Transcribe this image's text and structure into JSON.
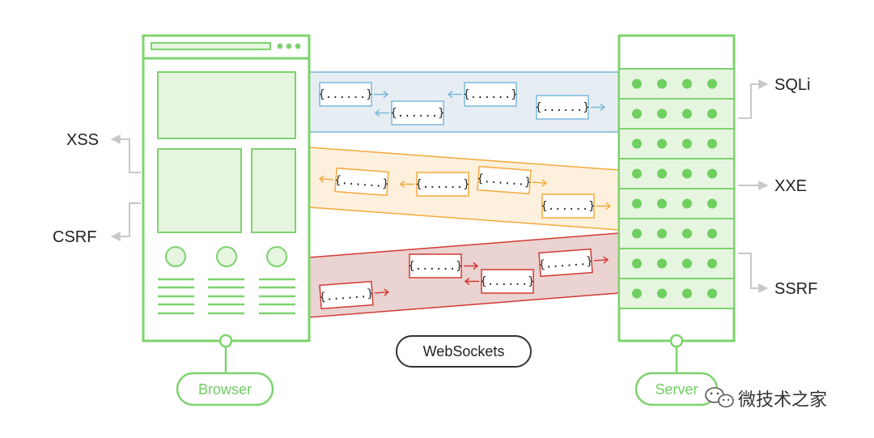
{
  "browser": {
    "label": "Browser"
  },
  "server": {
    "label": "Server"
  },
  "channel": {
    "label": "WebSockets"
  },
  "client_attacks": [
    "XSS",
    "CSRF"
  ],
  "server_attacks": [
    "SQLi",
    "XXE",
    "SSRF"
  ],
  "message_text": "{......}",
  "watermark": {
    "text": "微技术之家"
  },
  "colors": {
    "green": "#7dd36d",
    "green_fill": "#e6f5e0",
    "dot": "#6fcf5f",
    "blue": "#7ab9dc",
    "blue_fill": "#e7eef3",
    "orange": "#f2aa3c",
    "orange_fill": "#fdf0dc",
    "red": "#d23a34",
    "red_fill": "#ead3d1",
    "gray": "#c8c8c8"
  }
}
